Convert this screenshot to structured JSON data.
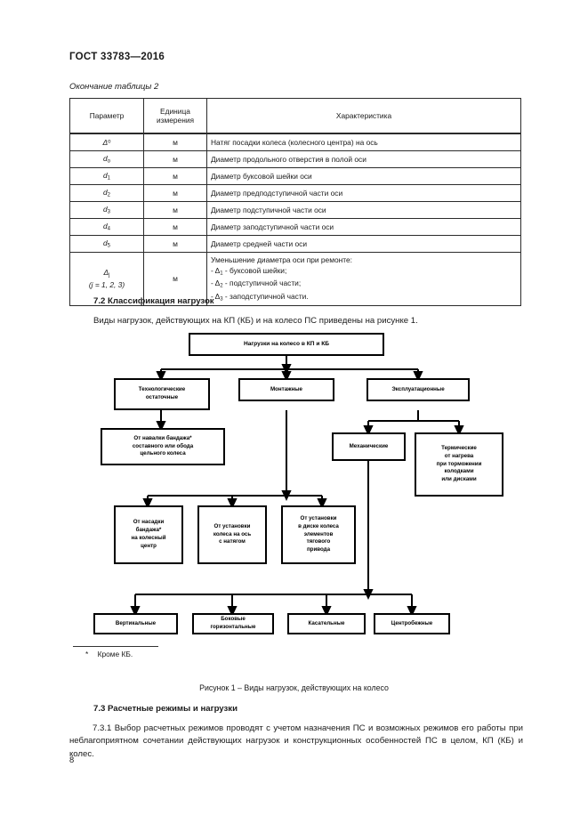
{
  "document": {
    "standard_header": "ГОСТ 33783—2016",
    "table_caption": "Окончание таблицы 2",
    "page_number": "8"
  },
  "table": {
    "headers": [
      "Параметр",
      "Единица измерения",
      "Характеристика"
    ],
    "header_unit_line1": "Единица",
    "header_unit_line2": "измерения",
    "rows": [
      {
        "param": "Δ",
        "param_sup": "o",
        "param_sub": "",
        "unit": "м",
        "characteristic": "Натяг посадки колеса (колесного центра) на ось"
      },
      {
        "param": "d",
        "param_sup": "",
        "param_sub": "o",
        "unit": "м",
        "characteristic": "Диаметр продольного отверстия в полой оси"
      },
      {
        "param": "d",
        "param_sup": "",
        "param_sub": "1",
        "unit": "м",
        "characteristic": "Диаметр буксовой шейки оси"
      },
      {
        "param": "d",
        "param_sup": "",
        "param_sub": "2",
        "unit": "м",
        "characteristic": "Диаметр предподступичной части оси"
      },
      {
        "param": "d",
        "param_sup": "",
        "param_sub": "3",
        "unit": "м",
        "characteristic": "Диаметр подступичной части оси"
      },
      {
        "param": "d",
        "param_sup": "",
        "param_sub": "4",
        "unit": "м",
        "characteristic": "Диаметр заподступичной части оси"
      },
      {
        "param": "d",
        "param_sup": "",
        "param_sub": "5",
        "unit": "м",
        "characteristic": "Диаметр средней части оси"
      }
    ],
    "last_row": {
      "param_line1": "Δ",
      "param_line1_sub": "j",
      "param_line2": "(j = 1, 2, 3)",
      "unit": "м",
      "lines": [
        "Уменьшение диаметра оси при ремонте:",
        "- Δ1 - буксовой шейки;",
        "- Δ2 - подступичной части;",
        "- Δ3 - заподступичной части."
      ]
    }
  },
  "sections": {
    "s72_heading": "7.2 Классификация нагрузок",
    "s72_para": "Виды нагрузок, действующих на КП (КБ) и на колесо ПС приведены на рисунке 1.",
    "s73_heading": "7.3 Расчетные режимы и нагрузки",
    "s73_para": "7.3.1 Выбор расчетных режимов проводят с учетом назначения ПС и возможных режимов его работы при неблагоприятном сочетании действующих нагрузок и конструкционных особенностей ПС в целом, КП (КБ) и колес."
  },
  "figure": {
    "footnote_star": "*",
    "footnote_text": "Кроме КБ.",
    "caption": "Рисунок 1 – Виды нагрузок, действующих на колесо",
    "nodes": {
      "root": "Нагрузки на колесо в КП и КБ",
      "tech_l1": "Технологические",
      "tech_l2": "остаточные",
      "mount": "Монтажные",
      "oper": "Эксплуатационные",
      "tech_child_l1": "От навалки бандажа*",
      "tech_child_l2": "составного или обода",
      "tech_child_l3": "цельного колеса",
      "mech": "Механические",
      "therm_l1": "Термические",
      "therm_l2": "от нагрева",
      "therm_l3": "при торможении",
      "therm_l4": "колодками",
      "therm_l5": "или дисками",
      "m1_l1": "От насадки",
      "m1_l2": "бандажа*",
      "m1_l3": "на колесный",
      "m1_l4": "центр",
      "m2_l1": "От установки",
      "m2_l2": "колеса на ось",
      "m2_l3": "с натягом",
      "m3_l1": "От установки",
      "m3_l2": "в диске колеса",
      "m3_l3": "элементов",
      "m3_l4": "тягового",
      "m3_l5": "привода",
      "vert": "Вертикальные",
      "lat_l1": "Боковые",
      "lat_l2": "горизонтальные",
      "tang": "Касательные",
      "centr": "Центробежные"
    }
  }
}
